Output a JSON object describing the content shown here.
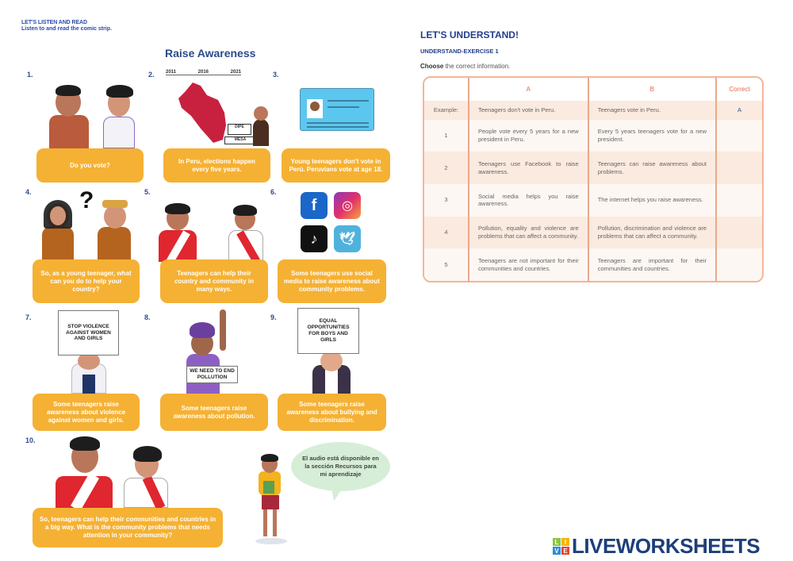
{
  "worksheet": {
    "intro": {
      "title": "LET'S LISTEN AND READ",
      "subtitle": "Listen to and read the comic strip."
    },
    "comic": {
      "title": "Raise Awareness",
      "panels": [
        {
          "number": "1.",
          "caption": "Do you vote?"
        },
        {
          "number": "2.",
          "caption": "In Peru, elections happen every five years.",
          "timeline": [
            "2011",
            "2016",
            "2021"
          ],
          "ballot_labels": [
            "DIPE",
            "MESA"
          ]
        },
        {
          "number": "3.",
          "caption": "Young teenagers don't vote in Perú. Peruvians vote at age 18."
        },
        {
          "number": "4.",
          "caption": "So, as a young teenager, what can you do to help your country?",
          "symbol": "?"
        },
        {
          "number": "5.",
          "caption": "Teenagers can help their country and community in many ways."
        },
        {
          "number": "6.",
          "caption": "Some teenagers use social media to raise awareness about community problems.",
          "social_icons": [
            "facebook-icon",
            "instagram-icon",
            "tiktok-icon",
            "twitter-icon"
          ]
        },
        {
          "number": "7.",
          "caption": "Some teenagers raise awareness about violence against women and girls.",
          "sign": "STOP VIOLENCE AGAINST WOMEN AND GIRLS"
        },
        {
          "number": "8.",
          "caption": "Some teenagers raise awareness about pollution.",
          "sign": "WE NEED TO END POLLUTION"
        },
        {
          "number": "9.",
          "caption": "Some teenagers raise awareness about bullying and discrimination.",
          "sign": "EQUAL OPPORTUNITIES FOR BOYS AND GIRLS"
        },
        {
          "number": "10.",
          "caption": "So, teenagers can help their communities and countries in a big way. What is the community problems that needs attention in your community?"
        }
      ],
      "audio_note": "El audio está disponible en la sección Recursos para mi aprendizaje"
    },
    "understand": {
      "title": "LET'S UNDERSTAND!",
      "exercise": "UNDERSTAND-EXERCISE 1",
      "instruction_bold": "Choose",
      "instruction_rest": " the correct information.",
      "columns": [
        "",
        "A",
        "B",
        "Correct"
      ],
      "rows": [
        {
          "label": "Example:",
          "a": "Teenagers don't vote in Peru.",
          "b": "Teenagers vote in Peru.",
          "correct": "A"
        },
        {
          "label": "1",
          "a": "People vote every 5 years for a new president in Peru.",
          "b": "Every 5 years teenagers vote for a new president.",
          "correct": ""
        },
        {
          "label": "2",
          "a": "Teenagers use Facebook to raise awareness.",
          "b": "Teenagers can raise awareness about problems.",
          "correct": ""
        },
        {
          "label": "3",
          "a": "Social media helps you raise awareness.",
          "b": "The internet helps you raise awareness.",
          "correct": ""
        },
        {
          "label": "4",
          "a": "Pollution, equality and violence are problems that can affect a community.",
          "b": "Pollution, discrimination and violence are problems that can affect a community.",
          "correct": ""
        },
        {
          "label": "5",
          "a": "Teenagers are not important for their communities and countries.",
          "b": "Teenagers are important for their communities and countries.",
          "correct": ""
        }
      ]
    },
    "branding": {
      "logo_letters": [
        "L",
        "I",
        "V",
        "E"
      ],
      "logo_colors": [
        "#8cc63f",
        "#f7b500",
        "#2a8fd6",
        "#e8412c"
      ],
      "logo_text": "LIVEWORKSHEETS"
    },
    "colors": {
      "bubble": "#f5b133",
      "title_blue": "#2b4a8a",
      "table_border": "#e9a98a",
      "table_header": "#e06a4a"
    }
  }
}
